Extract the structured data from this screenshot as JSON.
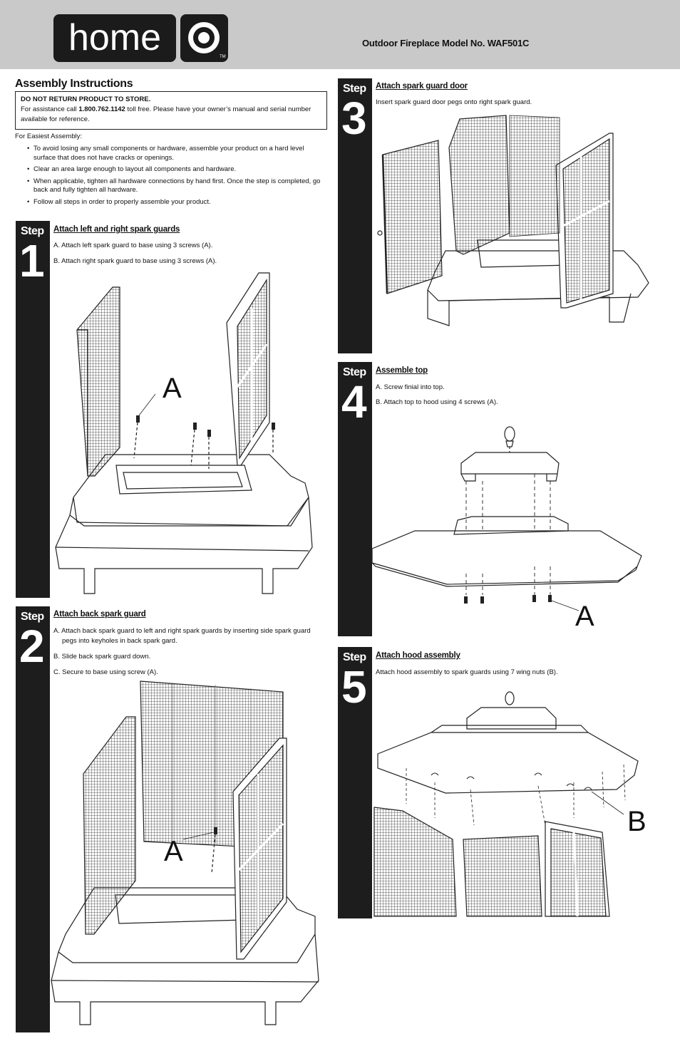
{
  "header": {
    "logo_text": "home",
    "logo_tm": "TM",
    "model_line": "Outdoor Fireplace Model No. WAF501C"
  },
  "intro": {
    "title": "Assembly Instructions",
    "warning": "DO NOT RETURN PRODUCT TO STORE.",
    "assist_pre": "For assistance call ",
    "assist_phone": "1.800.762.1142",
    "assist_post": " toll free. Please have your owner’s manual and serial number available for reference.",
    "easiest": "For Easiest Assembly:",
    "bullets": [
      "To avoid losing any small components or hardware, assemble your product on a hard level surface that does not have cracks or openings.",
      "Clear an area large enough to layout all components and hardware.",
      "When applicable, tighten all hardware connections by hand first. Once the step is completed, go back and fully tighten all hardware.",
      "Follow all steps in order to properly assemble your product."
    ]
  },
  "step_word": "Step",
  "steps": [
    {
      "number": "1",
      "title": "Attach left and right spark guards",
      "lines": [
        "A. Attach left spark guard to base using 3 screws (A).",
        "B. Attach right spark guard to base using 3 screws (A)."
      ],
      "callouts": [
        "A"
      ]
    },
    {
      "number": "2",
      "title": "Attach back spark guard",
      "lines": [
        "A. Attach back spark guard to left and right spark guards by inserting side spark guard pegs into keyholes in back spark gard.",
        "B. Slide back spark guard down.",
        "C. Secure to base using screw (A)."
      ],
      "callouts": [
        "A"
      ]
    },
    {
      "number": "3",
      "title": "Attach spark guard door",
      "lines": [
        "Insert spark guard door pegs onto right spark guard."
      ],
      "callouts": []
    },
    {
      "number": "4",
      "title": "Assemble top",
      "lines": [
        "A. Screw finial into top.",
        "B. Attach top to hood using 4 screws (A)."
      ],
      "callouts": [
        "A"
      ]
    },
    {
      "number": "5",
      "title": "Attach hood assembly",
      "lines": [
        "Attach hood assembly to spark guards using 7 wing nuts (B)."
      ],
      "callouts": [
        "B"
      ]
    }
  ]
}
